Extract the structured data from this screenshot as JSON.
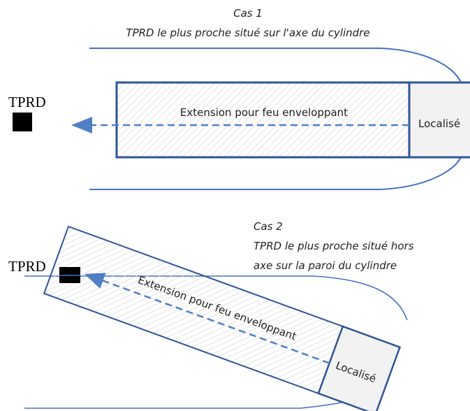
{
  "case1": {
    "title": "Cas 1",
    "subtitle": "TPRD le plus proche situé sur l'axe du cylindre",
    "tprd_label": "TPRD",
    "extension_label": "Extension pour feu enveloppant",
    "localise_label": "Localisé"
  },
  "case2": {
    "title": "Cas 2",
    "subtitle_line1": "TPRD le plus proche situé hors",
    "subtitle_line2": "axe sur la paroi du cylindre",
    "tprd_label": "TPRD",
    "extension_label": "Extension pour feu enveloppant",
    "localise_label": "Localisé"
  },
  "colors": {
    "outline_dark": "#2f5597",
    "outline_light": "#4472c4",
    "arrow": "#4f7fc5",
    "hatch": "#d9d9d9",
    "localise_fill": "#f2f2f2",
    "tprd_marker": "#000000"
  }
}
